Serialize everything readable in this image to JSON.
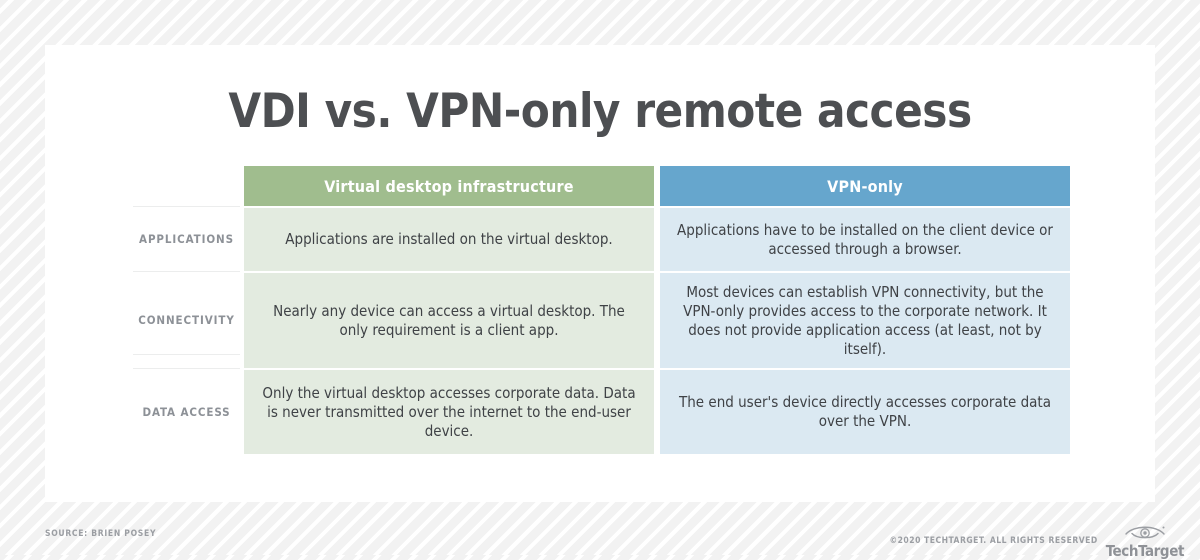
{
  "title": "VDI vs. VPN-only remote access",
  "table": {
    "columns": [
      {
        "id": "vdi",
        "label": "Virtual desktop infrastructure",
        "header_color": "#a0bd8e",
        "cell_color": "#e3ebe0"
      },
      {
        "id": "vpn",
        "label": "VPN-only",
        "header_color": "#66a6cd",
        "cell_color": "#dbe9f2"
      }
    ],
    "rows": [
      {
        "label": "APPLICATIONS",
        "vdi": "Applications are installed on the virtual desktop.",
        "vpn": "Applications have to be installed on the client device or accessed through a browser."
      },
      {
        "label": "CONNECTIVITY",
        "vdi": "Nearly any device can access a virtual desktop. The only requirement is a client app.",
        "vpn": "Most devices can establish VPN connectivity, but the VPN-only provides access to the corporate network. It does not provide application access (at least, not by itself)."
      },
      {
        "label": "DATA ACCESS",
        "vdi": "Only the virtual desktop accesses corporate data. Data is never transmitted over the internet to the end-user device.",
        "vpn": "The end user's device directly accesses corporate data over the VPN."
      }
    ]
  },
  "footer": {
    "source": "SOURCE: BRIEN POSEY",
    "copyright": "©2020 TECHTARGET. ALL RIGHTS RESERVED",
    "logo_text": "TechTarget",
    "logo_icon": "eye-icon"
  }
}
